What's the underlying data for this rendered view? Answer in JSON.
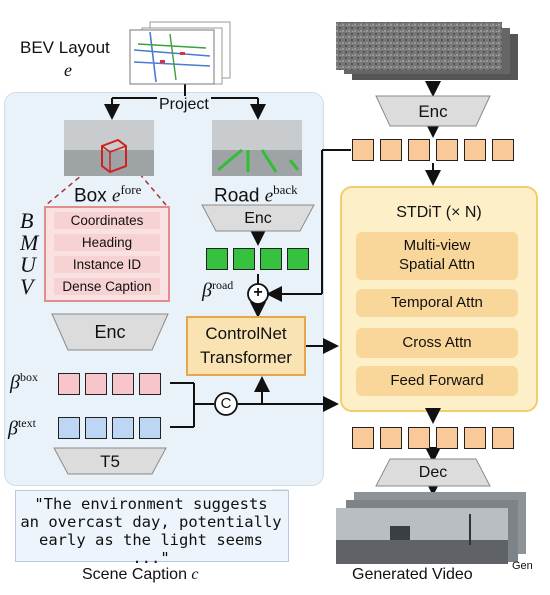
{
  "bev": {
    "title": "BEV Layout",
    "symbol": "e"
  },
  "project_label": "Project",
  "box": {
    "label": "Box",
    "symbol": "e",
    "superscript": "fore",
    "attributes": [
      "Coordinates",
      "Heading",
      "Instance ID",
      "Dense Caption"
    ],
    "vertical_letters": [
      "B",
      "M",
      "U",
      "V"
    ]
  },
  "road": {
    "label": "Road",
    "symbol": "e",
    "superscript": "back"
  },
  "encoders": {
    "road_enc": "Enc",
    "box_enc": "Enc",
    "text_enc": "T5",
    "noise_enc": "Enc",
    "decoder": "Dec"
  },
  "betas": {
    "road": {
      "symbol": "β",
      "sup": "road"
    },
    "box": {
      "symbol": "β",
      "sup": "box"
    },
    "text": {
      "symbol": "β",
      "sup": "text"
    }
  },
  "operators": {
    "plus": "+",
    "concat": "C"
  },
  "controlnet": {
    "line1": "ControlNet",
    "line2": "Transformer"
  },
  "stdit": {
    "title": "STDiT (× N)",
    "blocks": [
      {
        "line1": "Multi-view",
        "line2": "Spatial Attn"
      },
      {
        "line1": "Temporal Attn",
        "line2": ""
      },
      {
        "line1": "Cross Attn",
        "line2": ""
      },
      {
        "line1": "Feed Forward",
        "line2": ""
      }
    ]
  },
  "caption": {
    "text_line1": "\"The environment suggests",
    "text_line2": "an overcast day, potentially",
    "text_line3": "early as the light seems ...\"",
    "label": "Scene Caption",
    "symbol": "c"
  },
  "output": {
    "label": "Generated Video",
    "sub": "Gen"
  },
  "colors": {
    "left_panel": "#eaf2f9",
    "stdit_panel": "#fdf0c8",
    "controlnet": "#fae3b3",
    "orange_token": "#f9c99a",
    "green_token": "#36c23f",
    "pink_token": "#f7c6cc",
    "blue_token": "#bcd6f3",
    "box_stack": "#fbe2e2"
  }
}
